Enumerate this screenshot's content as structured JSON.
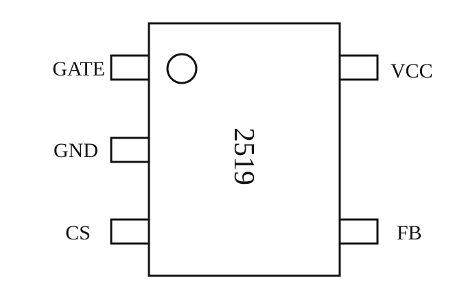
{
  "chip": {
    "marking": "2519"
  },
  "pins": {
    "left": [
      {
        "label": "GATE"
      },
      {
        "label": "GND"
      },
      {
        "label": "CS"
      }
    ],
    "right": [
      {
        "label": "VCC"
      },
      {
        "label": "FB"
      }
    ]
  },
  "colors": {
    "stroke": "#111111",
    "background": "#ffffff"
  }
}
